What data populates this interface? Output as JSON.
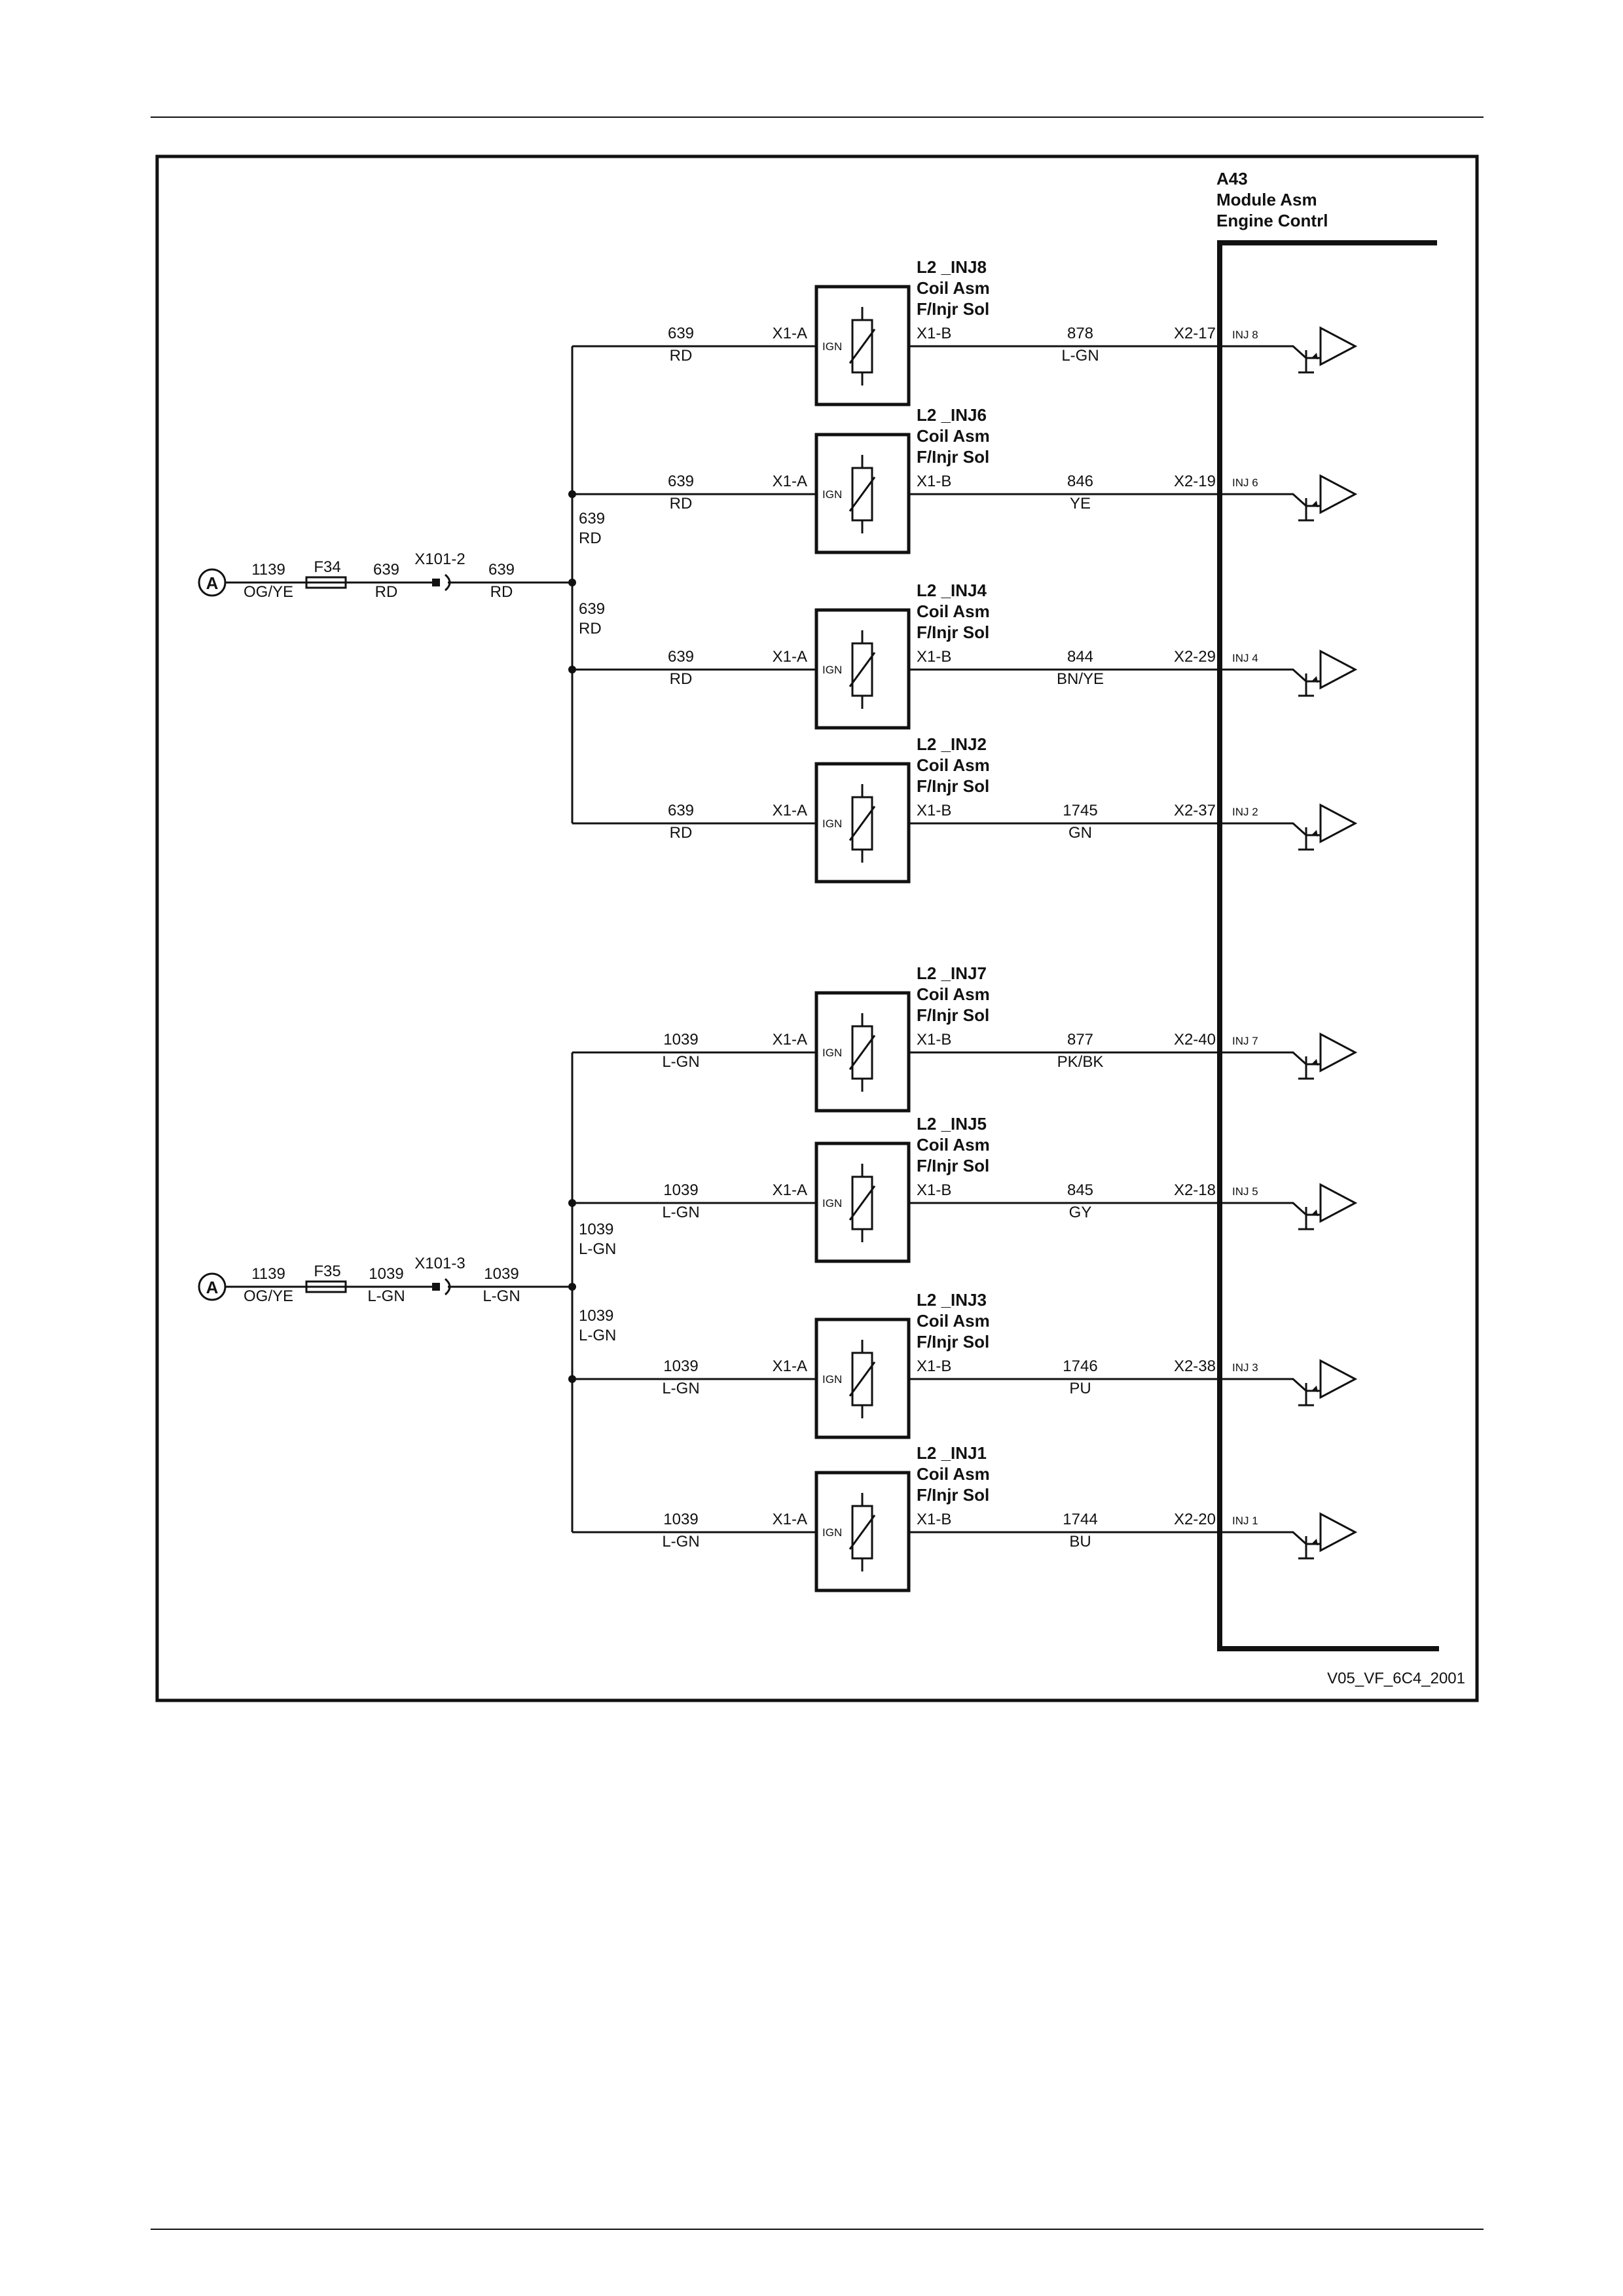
{
  "diagram_id": "V05_VF_6C4_2001",
  "module": {
    "lines": [
      "A43",
      "Module Asm",
      "Engine Contrl"
    ]
  },
  "circuits": [
    {
      "connector_symbol": "A",
      "source_wire": {
        "num": "1139",
        "color": "OG/YE"
      },
      "fuse": "F34",
      "fuse_out_wire": {
        "num": "639",
        "color": "RD"
      },
      "splice": "X101-2",
      "splice_out_wire": {
        "num": "639",
        "color": "RD"
      },
      "bus_labels": [
        {
          "num": "639",
          "color": "RD"
        },
        {
          "num": "639",
          "color": "RD"
        }
      ],
      "injectors": [
        {
          "title": [
            "L2 _INJ8",
            "Coil Asm",
            "F/Injr Sol"
          ],
          "in_wire": {
            "num": "639",
            "color": "RD"
          },
          "pin_a": "X1-A",
          "ign": "IGN",
          "pin_b": "X1-B",
          "out_wire": {
            "num": "878",
            "color": "L-GN"
          },
          "ecm_pin": "X2-17",
          "inj": "INJ 8"
        },
        {
          "title": [
            "L2 _INJ6",
            "Coil Asm",
            "F/Injr Sol"
          ],
          "in_wire": {
            "num": "639",
            "color": "RD"
          },
          "pin_a": "X1-A",
          "ign": "IGN",
          "pin_b": "X1-B",
          "out_wire": {
            "num": "846",
            "color": "YE"
          },
          "ecm_pin": "X2-19",
          "inj": "INJ 6"
        },
        {
          "title": [
            "L2 _INJ4",
            "Coil Asm",
            "F/Injr Sol"
          ],
          "in_wire": {
            "num": "639",
            "color": "RD"
          },
          "pin_a": "X1-A",
          "ign": "IGN",
          "pin_b": "X1-B",
          "out_wire": {
            "num": "844",
            "color": "BN/YE"
          },
          "ecm_pin": "X2-29",
          "inj": "INJ 4"
        },
        {
          "title": [
            "L2 _INJ2",
            "Coil Asm",
            "F/Injr Sol"
          ],
          "in_wire": {
            "num": "639",
            "color": "RD"
          },
          "pin_a": "X1-A",
          "ign": "IGN",
          "pin_b": "X1-B",
          "out_wire": {
            "num": "1745",
            "color": "GN"
          },
          "ecm_pin": "X2-37",
          "inj": "INJ 2"
        }
      ]
    },
    {
      "connector_symbol": "A",
      "source_wire": {
        "num": "1139",
        "color": "OG/YE"
      },
      "fuse": "F35",
      "fuse_out_wire": {
        "num": "1039",
        "color": "L-GN"
      },
      "splice": "X101-3",
      "splice_out_wire": {
        "num": "1039",
        "color": "L-GN"
      },
      "bus_labels": [
        {
          "num": "1039",
          "color": "L-GN"
        },
        {
          "num": "1039",
          "color": "L-GN"
        }
      ],
      "injectors": [
        {
          "title": [
            "L2 _INJ7",
            "Coil Asm",
            "F/Injr Sol"
          ],
          "in_wire": {
            "num": "1039",
            "color": "L-GN"
          },
          "pin_a": "X1-A",
          "ign": "IGN",
          "pin_b": "X1-B",
          "out_wire": {
            "num": "877",
            "color": "PK/BK"
          },
          "ecm_pin": "X2-40",
          "inj": "INJ 7"
        },
        {
          "title": [
            "L2 _INJ5",
            "Coil Asm",
            "F/Injr Sol"
          ],
          "in_wire": {
            "num": "1039",
            "color": "L-GN"
          },
          "pin_a": "X1-A",
          "ign": "IGN",
          "pin_b": "X1-B",
          "out_wire": {
            "num": "845",
            "color": "GY"
          },
          "ecm_pin": "X2-18",
          "inj": "INJ 5"
        },
        {
          "title": [
            "L2 _INJ3",
            "Coil Asm",
            "F/Injr Sol"
          ],
          "in_wire": {
            "num": "1039",
            "color": "L-GN"
          },
          "pin_a": "X1-A",
          "ign": "IGN",
          "pin_b": "X1-B",
          "out_wire": {
            "num": "1746",
            "color": "PU"
          },
          "ecm_pin": "X2-38",
          "inj": "INJ 3"
        },
        {
          "title": [
            "L2 _INJ1",
            "Coil Asm",
            "F/Injr Sol"
          ],
          "in_wire": {
            "num": "1039",
            "color": "L-GN"
          },
          "pin_a": "X1-A",
          "ign": "IGN",
          "pin_b": "X1-B",
          "out_wire": {
            "num": "1744",
            "color": "BU"
          },
          "ecm_pin": "X2-20",
          "inj": "INJ 1"
        }
      ]
    }
  ]
}
